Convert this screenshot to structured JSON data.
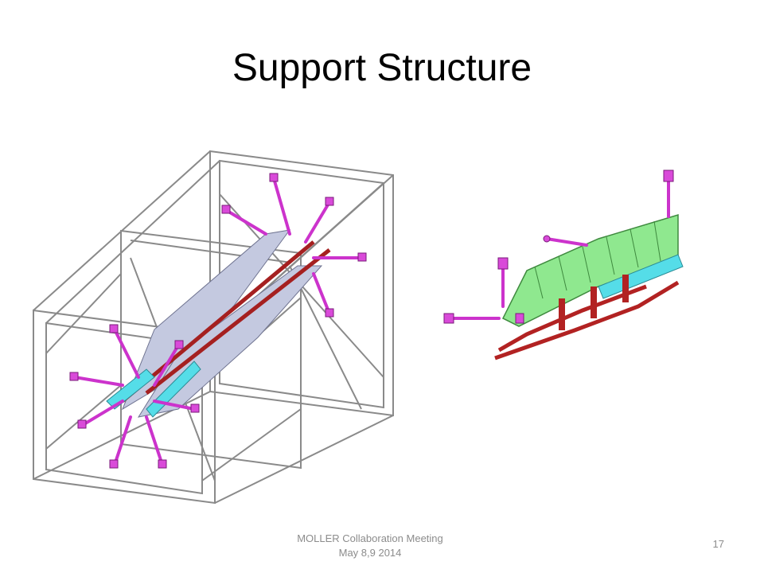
{
  "slide": {
    "title": "Support Structure",
    "footer_line1": "MOLLER Collaboration  Meeting",
    "footer_line2": "May 8,9 2014",
    "page_number": "17"
  },
  "colors": {
    "frame": "#9a9a9a",
    "support_arms": "#cc33cc",
    "coil_plate": "#b8bfd8",
    "coil_green": "#8fe88f",
    "base_red": "#b22222",
    "cyan_bar": "#55dde8"
  }
}
